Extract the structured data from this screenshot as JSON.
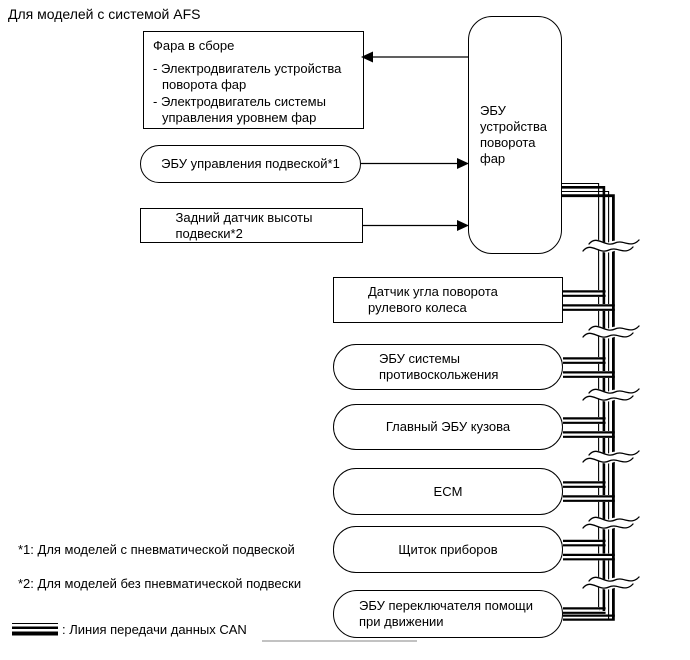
{
  "page": {
    "title": "Для моделей с системой AFS"
  },
  "blocks": {
    "headlight_assembly": {
      "title": "Фара в сборе",
      "item1": "- Электродвигатель устройства поворота фар",
      "item2": "- Электродвигатель системы управления уровнем фар"
    },
    "suspension_ecu": {
      "label": "ЭБУ управления подвеской*1"
    },
    "rear_height_sensor": {
      "label": "Задний датчик высоты подвески*2"
    },
    "swivel_ecu": {
      "label": "ЭБУ устройства поворота фар"
    },
    "steering_angle_sensor": {
      "label": "Датчик угла поворота рулевого колеса"
    },
    "skid_control_ecu": {
      "label": "ЭБУ системы противоскольжения"
    },
    "main_body_ecu": {
      "label": "Главный ЭБУ кузова"
    },
    "ecm": {
      "label": "ECM"
    },
    "instrument_cluster": {
      "label": "Щиток приборов"
    },
    "drive_assist_ecu": {
      "label": "ЭБУ переключателя помощи при движении"
    }
  },
  "footnotes": {
    "note1": "*1: Для моделей с пневматической подвеской",
    "note2": "*2: Для моделей без пневматической подвески"
  },
  "legend": {
    "symbol_icon": "can-data-line",
    "label": ": Линия передачи данных CAN"
  },
  "colors": {
    "line": "#000000",
    "background": "#ffffff"
  }
}
